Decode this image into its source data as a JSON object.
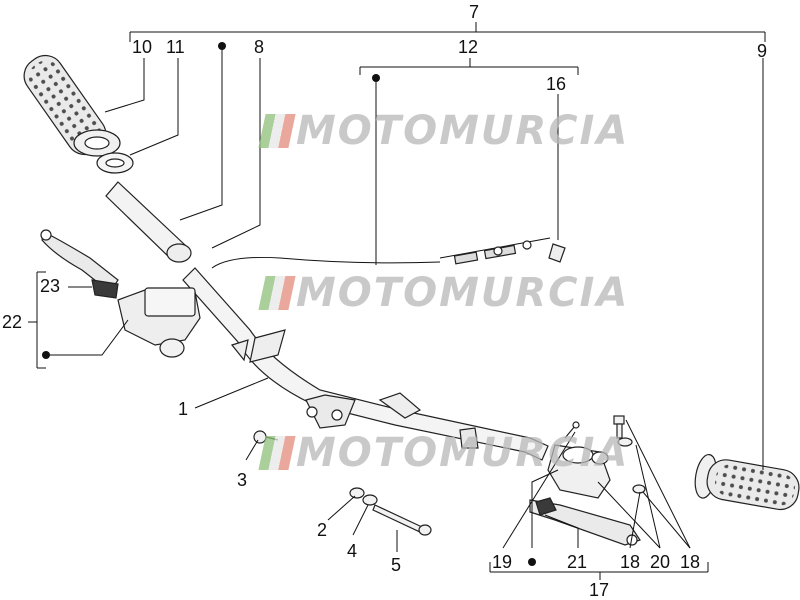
{
  "watermark": {
    "text": "MOTOMURCIA"
  },
  "callouts": {
    "c1": "1",
    "c2": "2",
    "c3": "3",
    "c4": "4",
    "c5": "5",
    "c7": "7",
    "c8": "8",
    "c9": "9",
    "c10": "10",
    "c11": "11",
    "c12": "12",
    "c16": "16",
    "c17": "17",
    "c18a": "18",
    "c18b": "18",
    "c19": "19",
    "c20": "20",
    "c21": "21",
    "c22": "22",
    "c23": "23"
  },
  "colors": {
    "line": "#111111",
    "grip": "#e6e6e6",
    "metal": "#f2f2f2",
    "watermark": "#b8b8b8"
  }
}
